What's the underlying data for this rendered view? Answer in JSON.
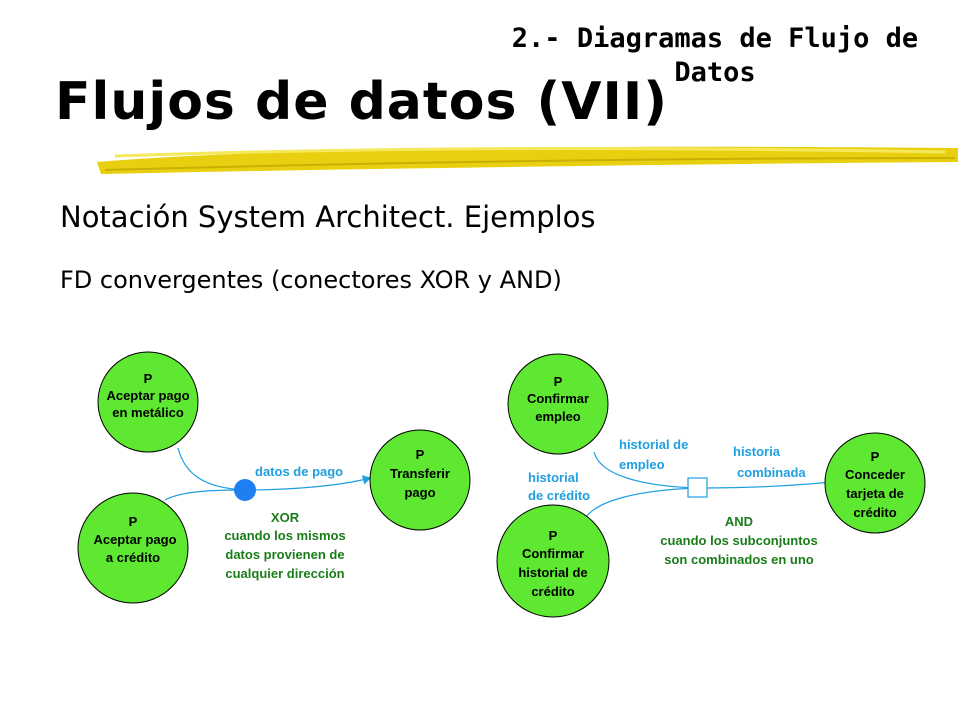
{
  "header": {
    "title_line1": "2.- Diagramas de Flujo de",
    "title_line2": "Datos"
  },
  "title": "Flujos de datos (VII)",
  "subtitle": "Notación System Architect. Ejemplos",
  "subsubtitle": "FD convergentes (conectores XOR y AND)",
  "colors": {
    "process_fill": "#5ee832",
    "flow_color": "#1f9fe0",
    "note_color": "#1a7d1a",
    "brush": "#e8d010"
  },
  "xor_diagram": {
    "processes": [
      {
        "letter": "P",
        "lines": [
          "Aceptar pago",
          "en metálico"
        ]
      },
      {
        "letter": "P",
        "lines": [
          "Aceptar pago",
          "a crédito"
        ]
      },
      {
        "letter": "P",
        "lines": [
          "Transferir",
          "pago"
        ]
      }
    ],
    "flow_label": "datos de pago",
    "note": [
      "XOR",
      "cuando los mismos",
      "datos provienen de",
      "cualquier dirección"
    ]
  },
  "and_diagram": {
    "processes": [
      {
        "letter": "P",
        "lines": [
          "Confirmar",
          "empleo"
        ]
      },
      {
        "letter": "P",
        "lines": [
          "Confirmar",
          "historial de",
          "crédito"
        ]
      },
      {
        "letter": "P",
        "lines": [
          "Conceder",
          "tarjeta de",
          "crédito"
        ]
      }
    ],
    "flow_labels": {
      "historial_empleo": [
        "historial de",
        "empleo"
      ],
      "historial_credito": [
        "historial",
        "de crédito"
      ],
      "historia_combinada": [
        "historia",
        "combinada"
      ]
    },
    "note": [
      "AND",
      "cuando los subconjuntos",
      "son combinados en uno"
    ]
  }
}
